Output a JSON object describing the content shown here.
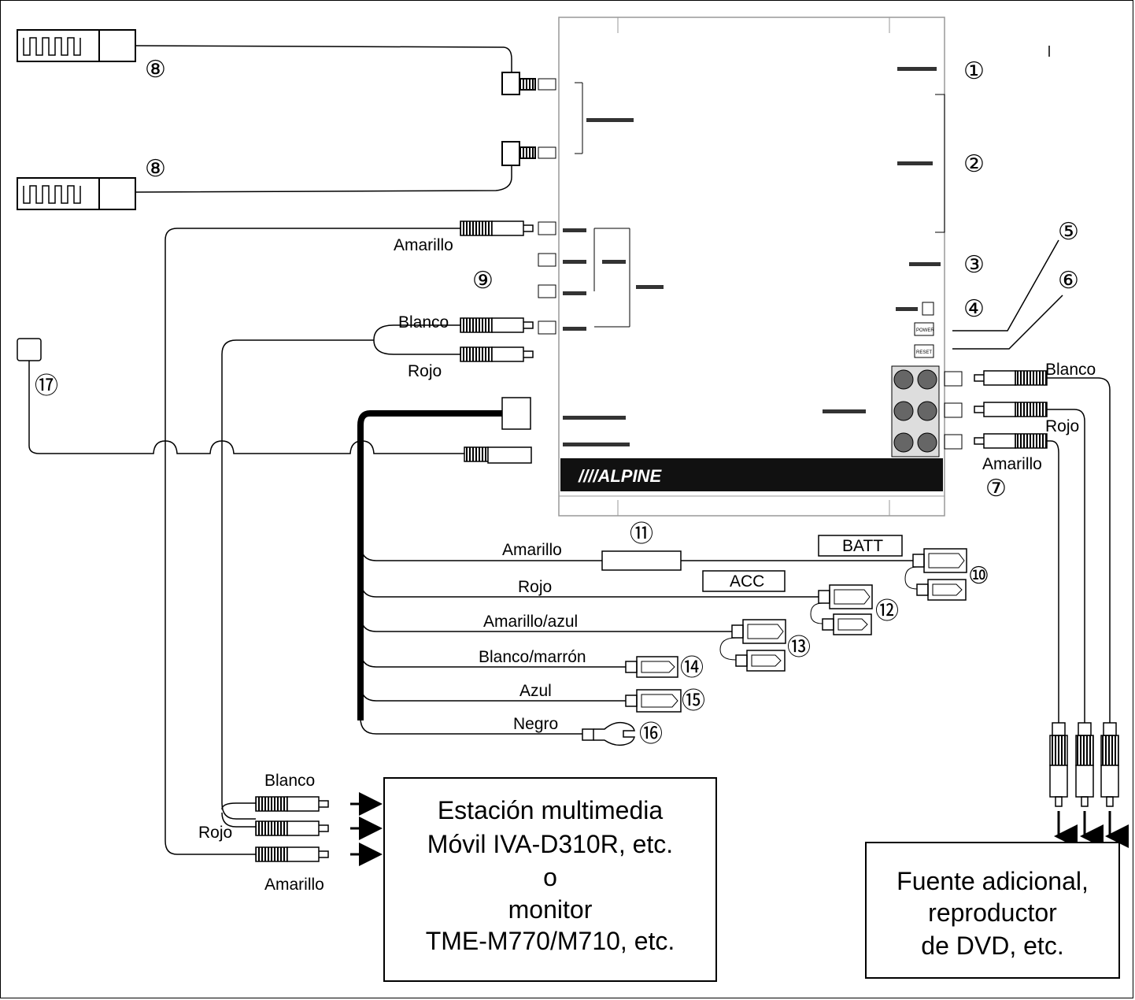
{
  "labels": {
    "amarillo_out": "Amarillo",
    "blanco_out": "Blanco",
    "rojo_out": "Rojo",
    "blanco_in": "Blanco",
    "rojo_in": "Rojo",
    "amarillo_in": "Amarillo",
    "wire_amarillo": "Amarillo",
    "wire_rojo": "Rojo",
    "wire_amarillo_azul": "Amarillo/azul",
    "wire_blanco_marron": "Blanco/marrón",
    "wire_azul": "Azul",
    "wire_negro": "Negro",
    "batt": "BATT",
    "acc": "ACC",
    "blanco_bottom": "Blanco",
    "rojo_bottom": "Rojo",
    "amarillo_bottom": "Amarillo"
  },
  "numbers": {
    "n1": "①",
    "n2": "②",
    "n3": "③",
    "n4": "④",
    "n5": "⑤",
    "n6": "⑥",
    "n7": "⑦",
    "n8a": "⑧",
    "n8b": "⑧",
    "n9": "⑨",
    "n10": "⑩",
    "n11": "⑪",
    "n12": "⑫",
    "n13": "⑬",
    "n14": "⑭",
    "n15": "⑮",
    "n16": "⑯",
    "n17": "⑰"
  },
  "unit": {
    "brand": "////ALPINE",
    "power": "POWER",
    "reset": "RESET"
  },
  "box_left": {
    "line1": "Estación multimedia",
    "line2": "Móvil IVA-D310R, etc.",
    "line3": "o",
    "line4": "monitor",
    "line5": "TME-M770/M710, etc."
  },
  "box_right": {
    "line1": "Fuente adicional,",
    "line2": "reproductor",
    "line3": "de DVD, etc."
  }
}
